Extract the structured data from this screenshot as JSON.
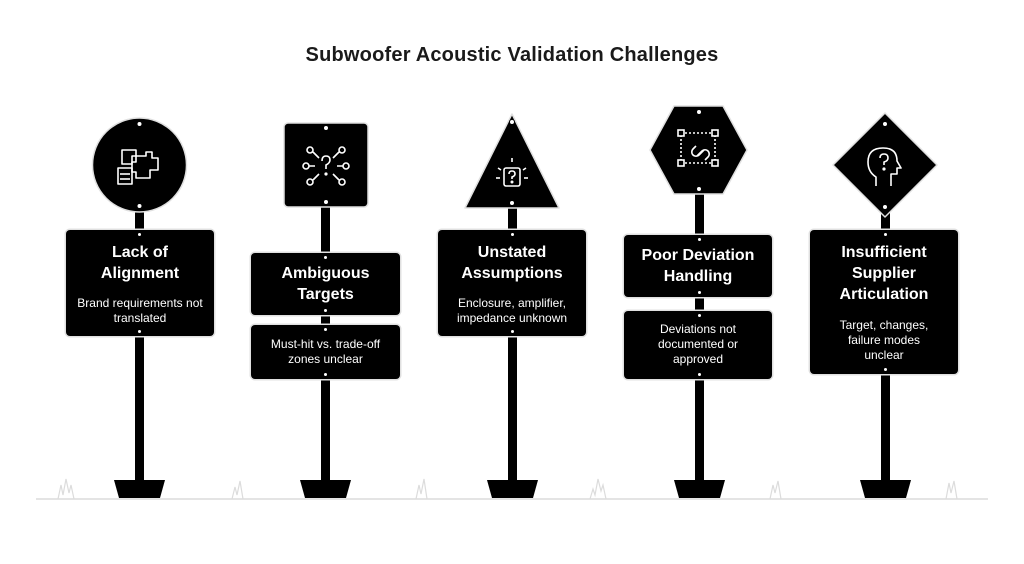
{
  "title": "Subwoofer Acoustic Validation Challenges",
  "signs": [
    {
      "heading": "Lack of Alignment",
      "description": "Brand requirements not translated",
      "shape": "circle",
      "icon": "puzzle-pieces-icon"
    },
    {
      "heading": "Ambiguous Targets",
      "description": "Must-hit vs. trade-off zones unclear",
      "shape": "square",
      "icon": "branching-question-icon"
    },
    {
      "heading": "Unstated Assumptions",
      "description": "Enclosure, amplifier, impedance unknown",
      "shape": "triangle",
      "icon": "question-box-icon"
    },
    {
      "heading": "Poor Deviation Handling",
      "description": "Deviations not documented or approved",
      "shape": "hexagon",
      "icon": "broken-link-icon"
    },
    {
      "heading": "Insufficient Supplier Articulation",
      "description": "Target, changes, failure modes unclear",
      "shape": "diamond",
      "icon": "thinking-head-icon"
    }
  ],
  "colors": {
    "sign": "#000000",
    "text": "#ffffff",
    "ground": "#d8d8d8"
  }
}
